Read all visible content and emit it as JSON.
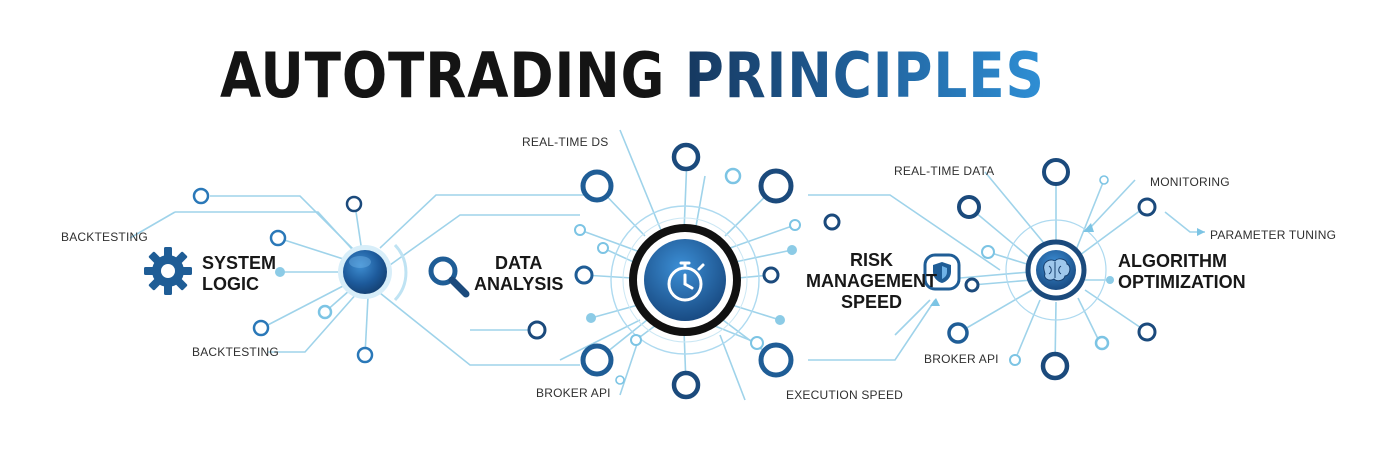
{
  "title": {
    "word1": "AUTOTRADING",
    "word2": "PRINCIPLES"
  },
  "nodes": {
    "system_logic": {
      "line1": "SYSTEM",
      "line2": "LOGIC"
    },
    "data_analysis": {
      "line1": "DATA",
      "line2": "ANALYSIS"
    },
    "risk": {
      "line1": "RISK",
      "line2": "MANAGEMENT",
      "line3": "SPEED"
    },
    "algorithm": {
      "line1": "ALGORITHM",
      "line2": "OPTIMIZATION"
    }
  },
  "labels": {
    "backtesting_top": "BACKTESTING",
    "backtesting_bottom": "BACKTESTING",
    "realtime_ds": "REAL-TIME DS",
    "broker_api_center": "BROKER API",
    "execution_speed": "EXECUTION SPEED",
    "realtime_data": "REAL-TIME DATA",
    "monitoring": "MONITORING",
    "parameter_tuning": "PARAMETER TUNING",
    "broker_api_right": "BROKER API"
  },
  "icons": [
    "gear-icon",
    "magnifier-icon",
    "stopwatch-icon",
    "shield-icon",
    "brain-icon"
  ],
  "colors": {
    "title_dark": "#141414",
    "navy": "#1b4a7c",
    "blue": "#2a78b8",
    "light_blue": "#7cc4e4",
    "line": "#9fd3ea",
    "hub_ring": "#111111"
  }
}
